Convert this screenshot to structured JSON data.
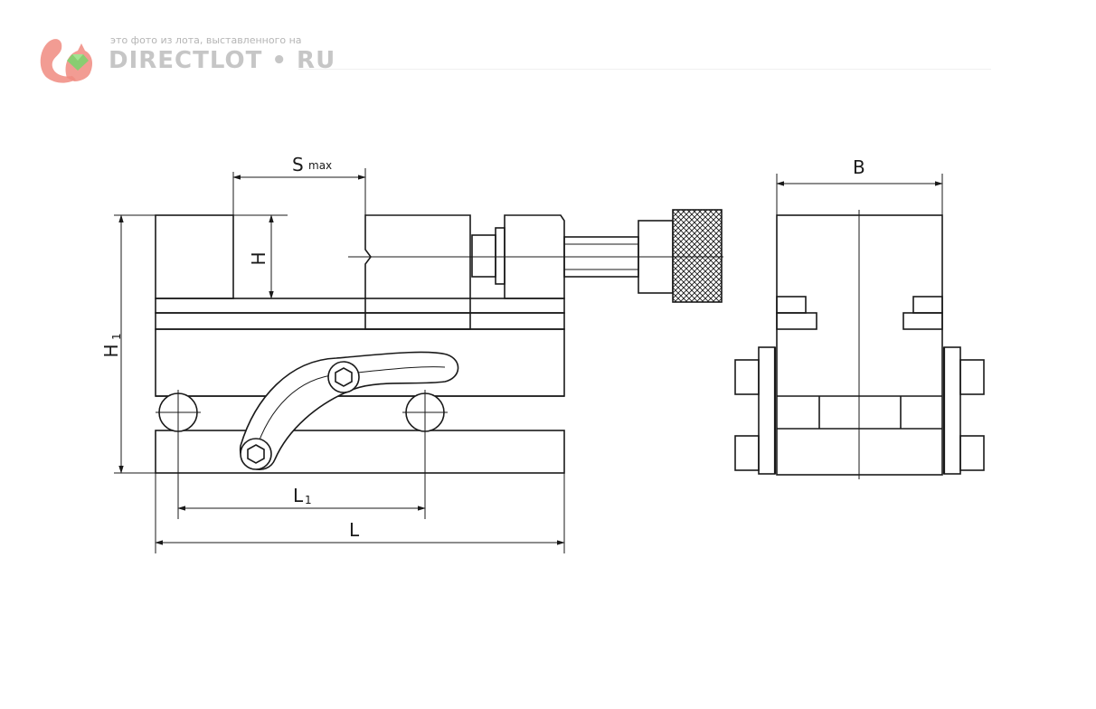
{
  "watermark": {
    "caption": "это фото из лота, выставленного на",
    "brand": "DIRECTLOT • RU"
  },
  "labels": {
    "s_main": "S",
    "s_sub": "max",
    "h": "H",
    "h1_main": "H",
    "h1_sub": "1",
    "l1_main": "L",
    "l1_sub": "1",
    "l": "L",
    "b": "B"
  },
  "colors": {
    "line": "#1a1a1a",
    "watermark_text": "#c6c6c6",
    "logo_squirrel": "#f08b80",
    "logo_gem": "#7dd36e"
  },
  "icons": [
    "squirrel-logo-icon",
    "gem-icon"
  ]
}
